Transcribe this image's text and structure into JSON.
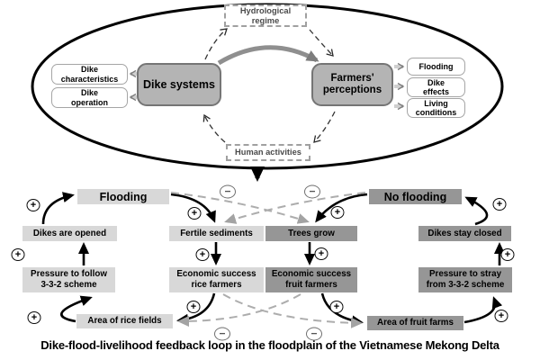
{
  "caption": "Dike-flood-livelihood feedback loop in the floodplain of the Vietnamese Mekong Delta",
  "signs": {
    "plus": "+",
    "minus": "−"
  },
  "colors": {
    "light_box": "#d8d8d8",
    "dark_box": "#969696",
    "main_box": "#b4b4b4",
    "dashed_arrow": "#adadad",
    "solid_arrow": "#000000"
  },
  "conceptual_model": {
    "hydrological_regime": "Hydrological regime",
    "human_activities": "Human activities",
    "dike_systems": "Dike systems",
    "farmers_perceptions": "Farmers' perceptions",
    "dike_characteristics": "Dike characteristics",
    "dike_operation": "Dike operation",
    "flooding": "Flooding",
    "dike_effects": "Dike effects",
    "living_conditions": "Living conditions",
    "links": [
      {
        "from": "Dike systems",
        "to": "Hydrological regime",
        "style": "dashed"
      },
      {
        "from": "Hydrological regime",
        "to": "Farmers' perceptions",
        "style": "dashed"
      },
      {
        "from": "Farmers' perceptions",
        "to": "Human activities",
        "style": "dashed"
      },
      {
        "from": "Human activities",
        "to": "Dike systems",
        "style": "dashed"
      },
      {
        "from": "Dike systems",
        "to": "Farmers' perceptions",
        "style": "thick-gray"
      },
      {
        "from": "Dike systems",
        "to": "Dike characteristics",
        "style": "stub"
      },
      {
        "from": "Dike systems",
        "to": "Dike operation",
        "style": "stub"
      },
      {
        "from": "Farmers' perceptions",
        "to": "Flooding",
        "style": "stub"
      },
      {
        "from": "Farmers' perceptions",
        "to": "Dike effects",
        "style": "stub"
      },
      {
        "from": "Farmers' perceptions",
        "to": "Living conditions",
        "style": "stub"
      }
    ]
  },
  "feedback_loop": {
    "flooding": "Flooding",
    "no_flooding": "No flooding",
    "dikes_are_opened": "Dikes are opened",
    "fertile_sediments": "Fertile sediments",
    "trees_grow": "Trees grow",
    "dikes_stay_closed": "Dikes stay closed",
    "pressure_follow": "Pressure to follow 3-3-2 scheme",
    "econ_rice": "Economic success rice farmers",
    "econ_fruit": "Economic success fruit farmers",
    "pressure_stray": "Pressure to stray from 3-3-2 scheme",
    "area_rice": "Area of rice fields",
    "area_fruit": "Area of fruit farms",
    "links": [
      {
        "from": "Dikes are opened",
        "to": "Flooding",
        "sign": "+",
        "style": "solid"
      },
      {
        "from": "Flooding",
        "to": "Fertile sediments",
        "sign": "+",
        "style": "solid"
      },
      {
        "from": "Flooding",
        "to": "Trees grow",
        "sign": "−",
        "style": "dashed"
      },
      {
        "from": "No flooding",
        "to": "Trees grow",
        "sign": "+",
        "style": "solid"
      },
      {
        "from": "No flooding",
        "to": "Fertile sediments",
        "sign": "−",
        "style": "dashed"
      },
      {
        "from": "Dikes stay closed",
        "to": "No flooding",
        "sign": "+",
        "style": "solid"
      },
      {
        "from": "Fertile sediments",
        "to": "Economic success rice farmers",
        "sign": "+",
        "style": "solid"
      },
      {
        "from": "Trees grow",
        "to": "Economic success fruit farmers",
        "sign": "+",
        "style": "solid"
      },
      {
        "from": "Economic success rice farmers",
        "to": "Area of rice fields",
        "sign": "+",
        "style": "solid"
      },
      {
        "from": "Economic success rice farmers",
        "to": "Area of fruit farms",
        "sign": "−",
        "style": "dashed"
      },
      {
        "from": "Economic success fruit farmers",
        "to": "Area of fruit farms",
        "sign": "+",
        "style": "solid"
      },
      {
        "from": "Economic success fruit farmers",
        "to": "Area of rice fields",
        "sign": "−",
        "style": "dashed"
      },
      {
        "from": "Area of rice fields",
        "to": "Pressure to follow 3-3-2 scheme",
        "sign": "+",
        "style": "solid"
      },
      {
        "from": "Pressure to follow 3-3-2 scheme",
        "to": "Dikes are opened",
        "sign": "+",
        "style": "solid"
      },
      {
        "from": "Area of fruit farms",
        "to": "Pressure to stray from 3-3-2 scheme",
        "sign": "+",
        "style": "solid"
      },
      {
        "from": "Pressure to stray from 3-3-2 scheme",
        "to": "Dikes stay closed",
        "sign": "+",
        "style": "solid"
      }
    ]
  }
}
